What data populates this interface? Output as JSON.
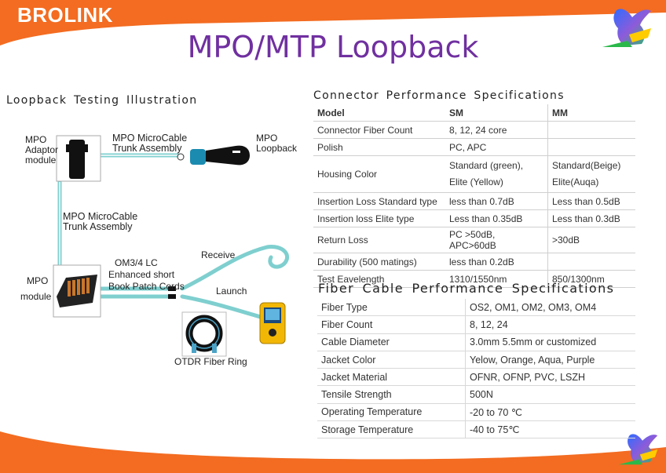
{
  "brand": "BROLINK",
  "title": "MPO/MTP Loopback",
  "illustration": {
    "heading": "Loopback Testing Illustration",
    "labels": {
      "mpo_adaptor_line1": "MPO",
      "mpo_adaptor_line2": "Adaptor",
      "mpo_adaptor_line3": "module",
      "trunk_top_line1": "MPO MicroCable",
      "trunk_top_line2": "Trunk Assembly",
      "loopback_line1": "MPO",
      "loopback_line2": "Loopback",
      "trunk_vertical_line1": "MPO MicroCable",
      "trunk_vertical_line2": "Trunk Assembly",
      "om34_line1": "OM3/4 LC",
      "om34_line2": "Enhanced short",
      "om34_line3": "Book Patch Cords",
      "mpo_module_line1": "MPO",
      "mpo_module_line2": "module",
      "receive": "Receive",
      "launch": "Launch",
      "otdr_ring": "OTDR Fiber Ring"
    }
  },
  "connector_spec": {
    "heading": "Connector Performance Specifications",
    "headers": [
      "Model",
      "SM",
      "MM"
    ],
    "rows": [
      {
        "label": "Connector Fiber Count",
        "sm": "8, 12, 24 core",
        "mm": ""
      },
      {
        "label": "Polish",
        "sm": "PC, APC",
        "mm": ""
      },
      {
        "label": "Housing Color",
        "sm_line1": "Standard (green),",
        "sm_line2": "Elite (Yellow)",
        "mm_line1": "Standard(Beige)",
        "mm_line2": "Elite(Auqa)"
      },
      {
        "label": "Insertion Loss Standard type",
        "sm": "less than 0.7dB",
        "mm": "Less than 0.5dB"
      },
      {
        "label": "Insertion loss Elite type",
        "sm": "Less than 0.35dB",
        "mm": "Less than 0.3dB"
      },
      {
        "label": "Return Loss",
        "sm": "PC >50dB, APC>60dB",
        "mm": ">30dB"
      },
      {
        "label": "Durability (500 matings)",
        "sm": "less than 0.2dB",
        "mm": ""
      },
      {
        "label": "Test Eavelength",
        "sm": "1310/1550nm",
        "mm": "850/1300nm"
      }
    ]
  },
  "fiber_spec": {
    "heading": "Fiber Cable Performance Specifications",
    "rows": [
      {
        "label": "Fiber Type",
        "value": "OS2, OM1, OM2, OM3, OM4"
      },
      {
        "label": "Fiber Count",
        "value": "8, 12, 24"
      },
      {
        "label": "Cable Diameter",
        "value": "3.0mm 5.5mm or customized"
      },
      {
        "label": "Jacket Color",
        "value": "Yelow, Orange, Aqua, Purple"
      },
      {
        "label": "Jacket Material",
        "value": "OFNR, OFNP, PVC, LSZH"
      },
      {
        "label": "Tensile Strength",
        "value": "500N"
      },
      {
        "label": "Operating Temperature",
        "value": "-20 to 70 ℃"
      },
      {
        "label": "Storage Temperature",
        "value": "-40 to 75℃"
      }
    ]
  },
  "colors": {
    "orange": "#f36c21",
    "title_purple": "#7030a0",
    "cable_aqua": "#7fcfcf"
  }
}
